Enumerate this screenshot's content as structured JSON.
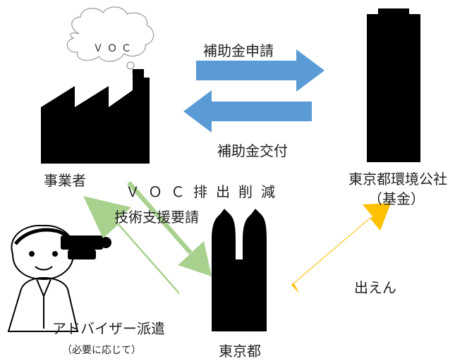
{
  "nodes": {
    "business_operator": {
      "label": "事業者",
      "cloud_text": "ＶＯＣ"
    },
    "environment_corp": {
      "label_line1": "東京都環境公社",
      "label_line2": "（基金）"
    },
    "tokyo_metro": {
      "label": "東京都"
    },
    "advisor": {
      "label": "アドバイザー派遣",
      "note": "（必要に応じて）"
    }
  },
  "flows": {
    "subsidy_application": {
      "label": "補助金申請",
      "color": "#5b9bd5"
    },
    "subsidy_grant": {
      "label": "補助金交付",
      "color": "#5b9bd5"
    },
    "tech_support_request": {
      "label_line1": "ＶＯＣ排出削減",
      "label_line2": "技術支援要請",
      "color": "#a9d18e"
    },
    "funding": {
      "label": "出えん",
      "color": "#ffc000"
    }
  }
}
